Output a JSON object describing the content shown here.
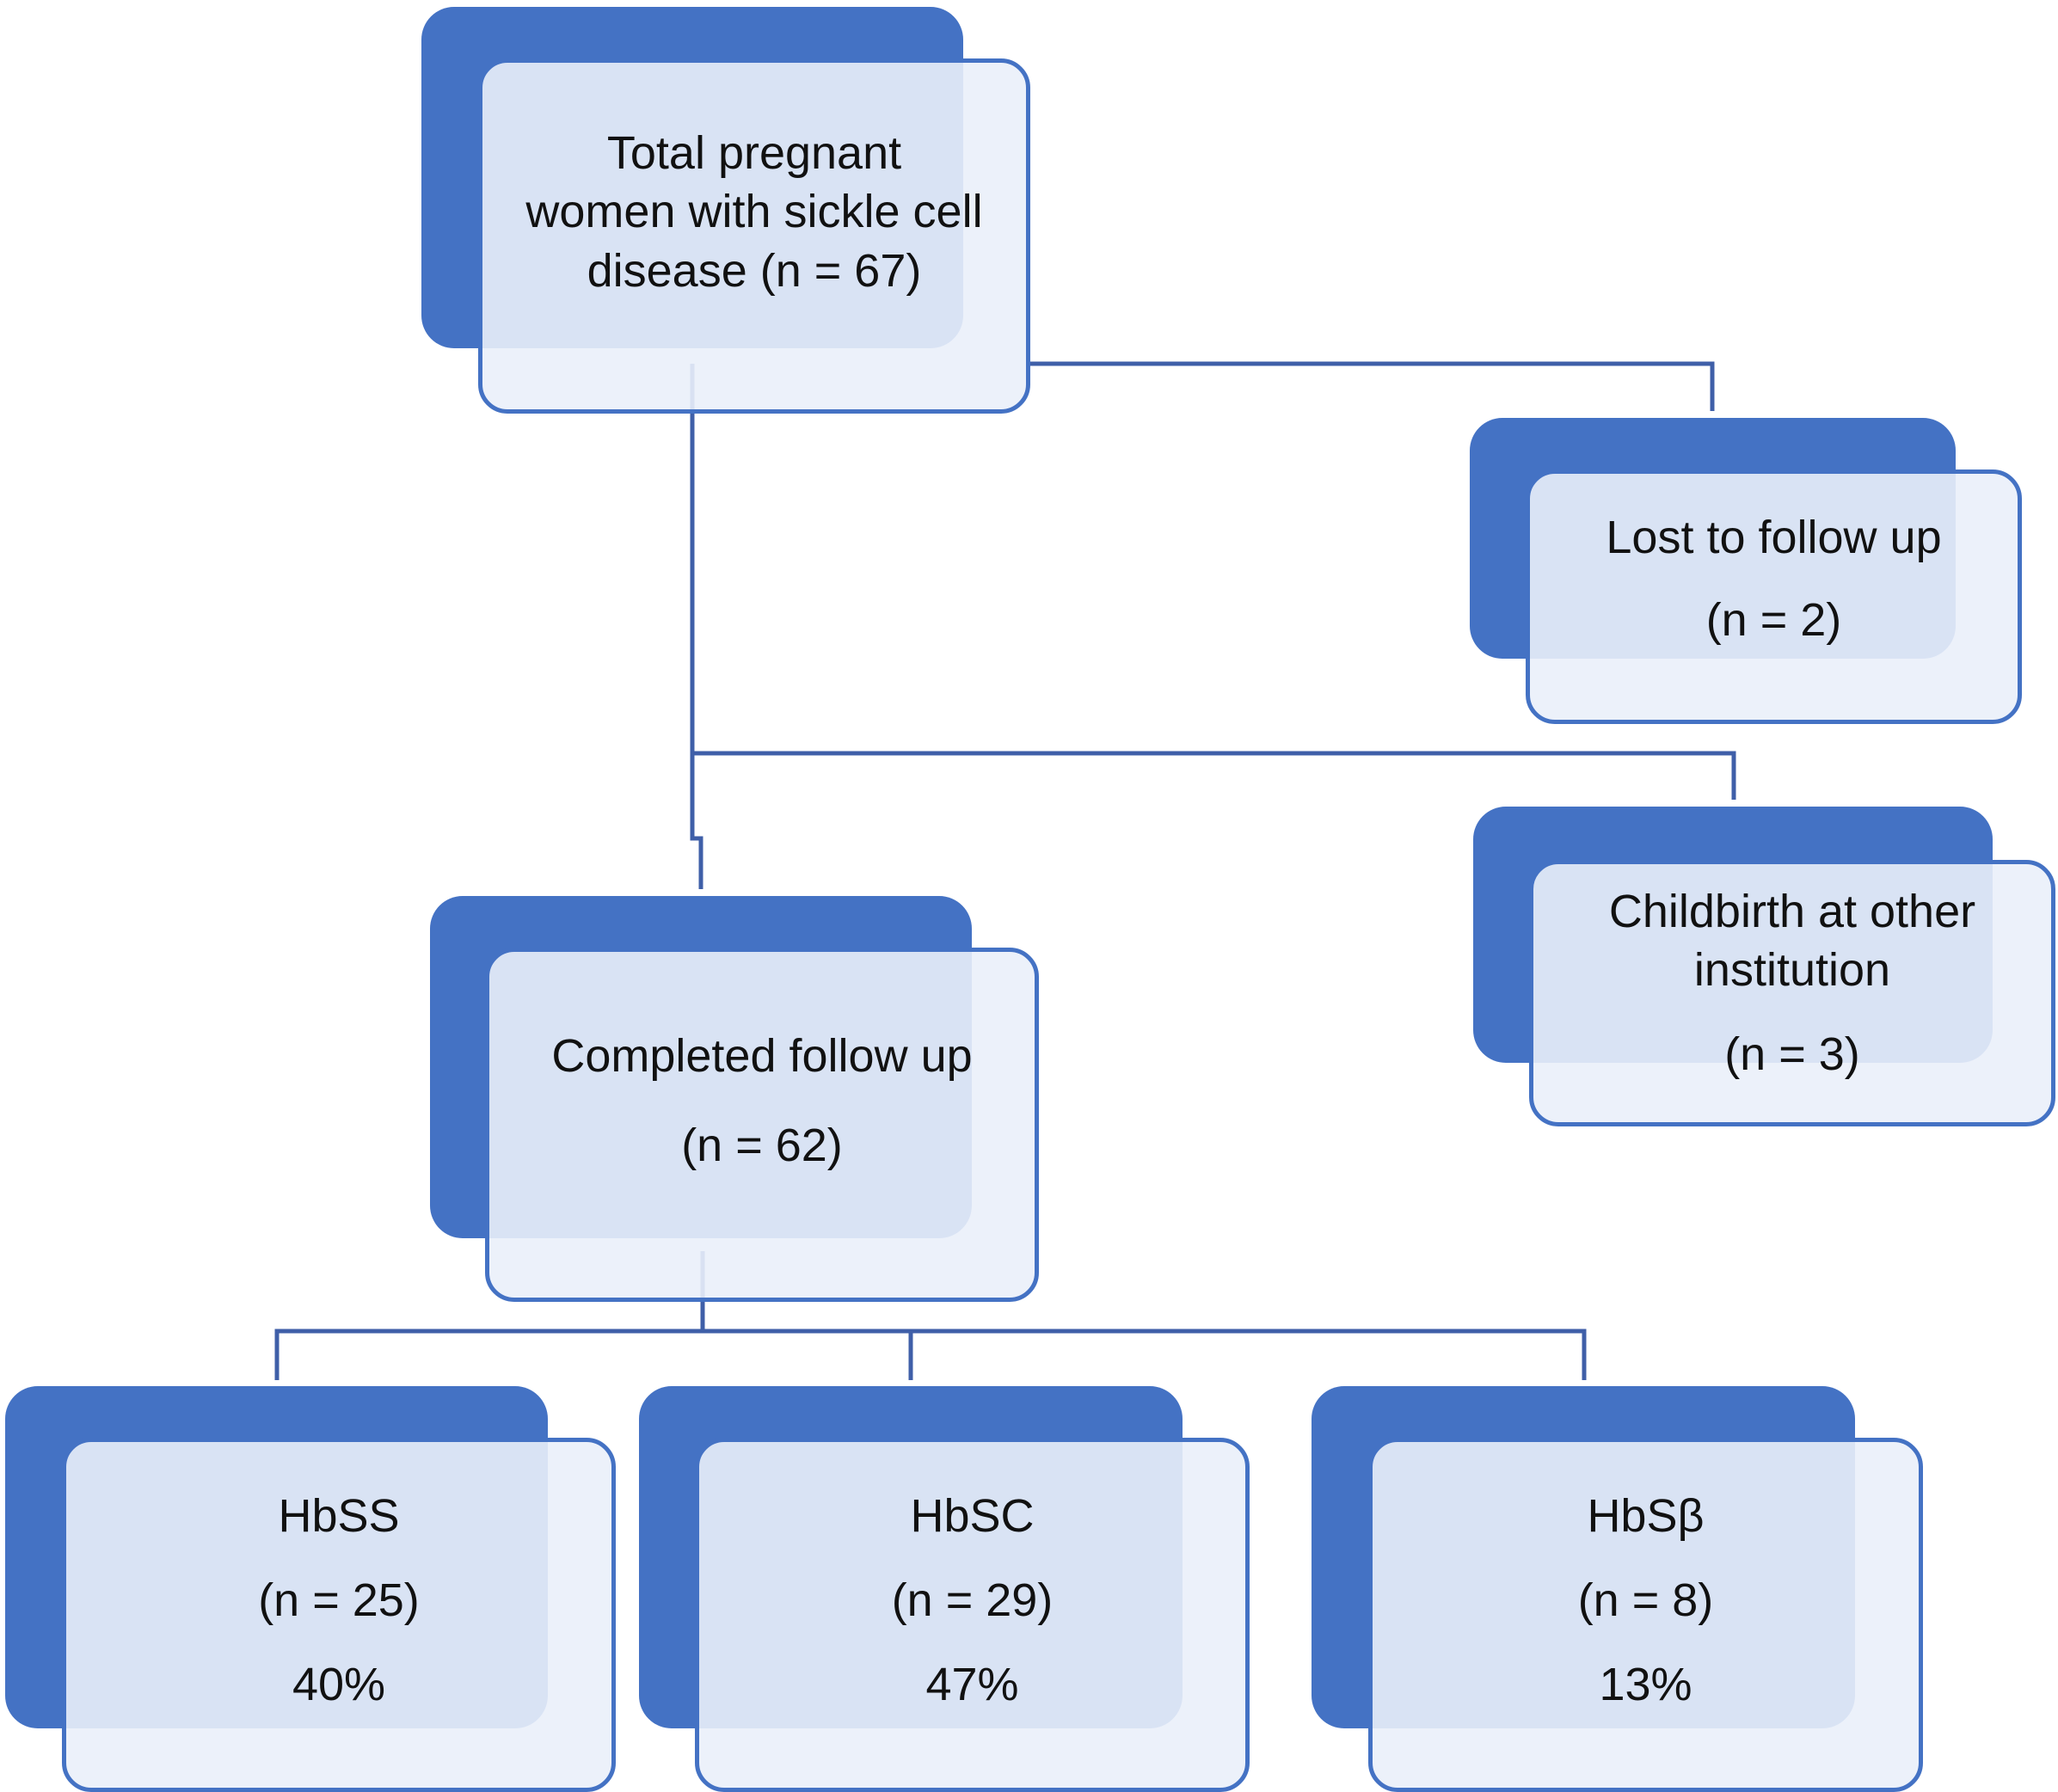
{
  "root": {
    "line1": "Total pregnant",
    "line2": "women with sickle cell",
    "line3": "disease (n = 67)"
  },
  "lost": {
    "label": "Lost to follow up",
    "count": "(n = 2)"
  },
  "childbirth": {
    "line1": "Childbirth at other",
    "line2": "institution",
    "count": "(n = 3)"
  },
  "completed": {
    "label": "Completed follow up",
    "count": "(n = 62)"
  },
  "genotypes": [
    {
      "label": "HbSS",
      "count": "(n = 25)",
      "percent": "40%"
    },
    {
      "label": "HbSC",
      "count": "(n = 29)",
      "percent": "47%"
    },
    {
      "label": "HbSβ",
      "count": "(n = 8)",
      "percent": "13%"
    }
  ],
  "colors": {
    "accent": "#4472c4",
    "box_fill": "#eaeff9",
    "line": "#3f5fa8"
  }
}
